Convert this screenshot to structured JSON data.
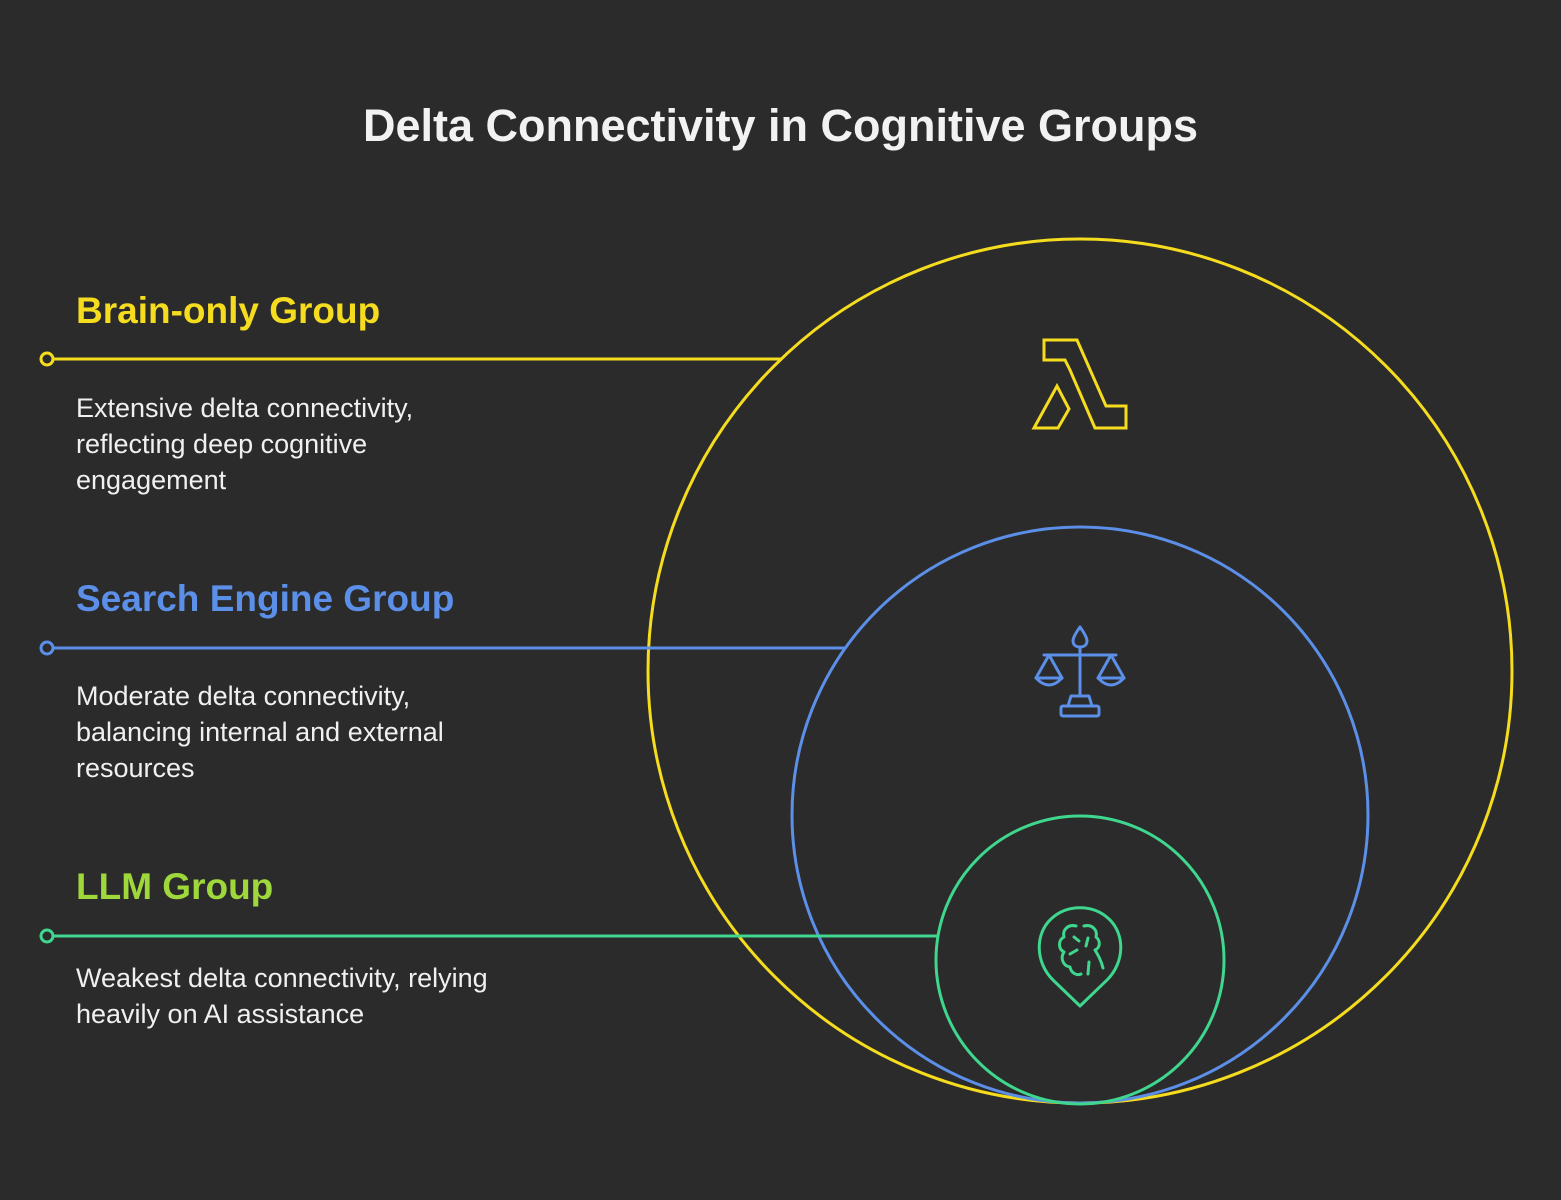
{
  "title": "Delta Connectivity in Cognitive Groups",
  "colors": {
    "background": "#2b2b2b",
    "title": "#f2f2f2",
    "text": "#f0f0f0"
  },
  "groups": [
    {
      "heading": "Brain-only Group",
      "description": "Extensive delta connectivity, reflecting deep cognitive engagement",
      "heading_color": "#f5dc1e",
      "line_color": "#f5dc1e",
      "icon": "lambda-icon"
    },
    {
      "heading": "Search Engine Group",
      "description": "Moderate delta connectivity, balancing internal and external resources",
      "heading_color": "#5b8fe8",
      "line_color": "#5b8fe8",
      "icon": "balance-scale-icon"
    },
    {
      "heading": "LLM Group",
      "description": "Weakest delta connectivity, relying heavily on AI assistance",
      "heading_color": "#9fd83b",
      "line_color": "#3fd68d",
      "icon": "brain-pin-icon"
    }
  ]
}
